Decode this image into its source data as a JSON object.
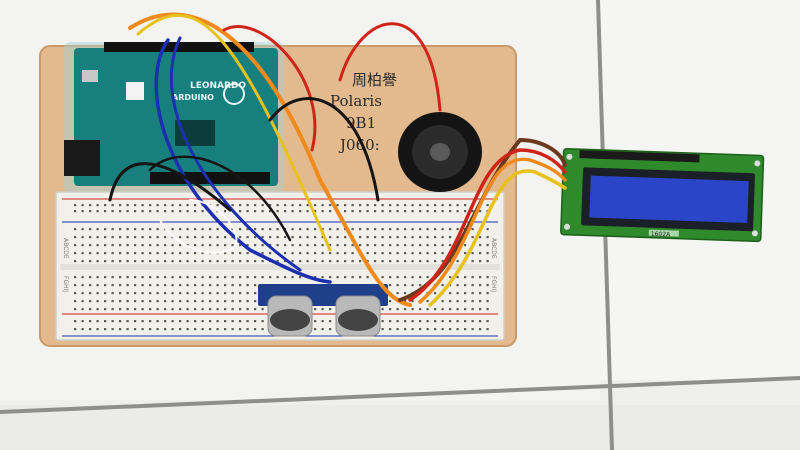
{
  "labels": {
    "arduino_brand": "ARDUINO",
    "arduino_model": "LEONARDO",
    "lcd_model": "1602A",
    "breadboard_row_letters_top": "ABCDE",
    "breadboard_row_letters_bottom": "FGHIJ"
  },
  "handwritten_note": {
    "line1": "周柏譽",
    "line2": "Polaris",
    "line3": "9B1",
    "line4": "J060:"
  },
  "colors": {
    "floor_tile": "#f2f2f0",
    "grout": "#8e8e8a",
    "wood_board": "#e3b98e",
    "arduino_pcb": "#17807f",
    "breadboard": "#f1f0ea",
    "lcd_pcb": "#2e8a2a",
    "lcd_screen": "#2a45c8",
    "wire_orange": "#f08a1c",
    "wire_red": "#d02418",
    "wire_blue": "#1c2fb0",
    "wire_black": "#151515",
    "wire_brown": "#6b3a1e",
    "wire_yellow": "#e8c21c"
  }
}
